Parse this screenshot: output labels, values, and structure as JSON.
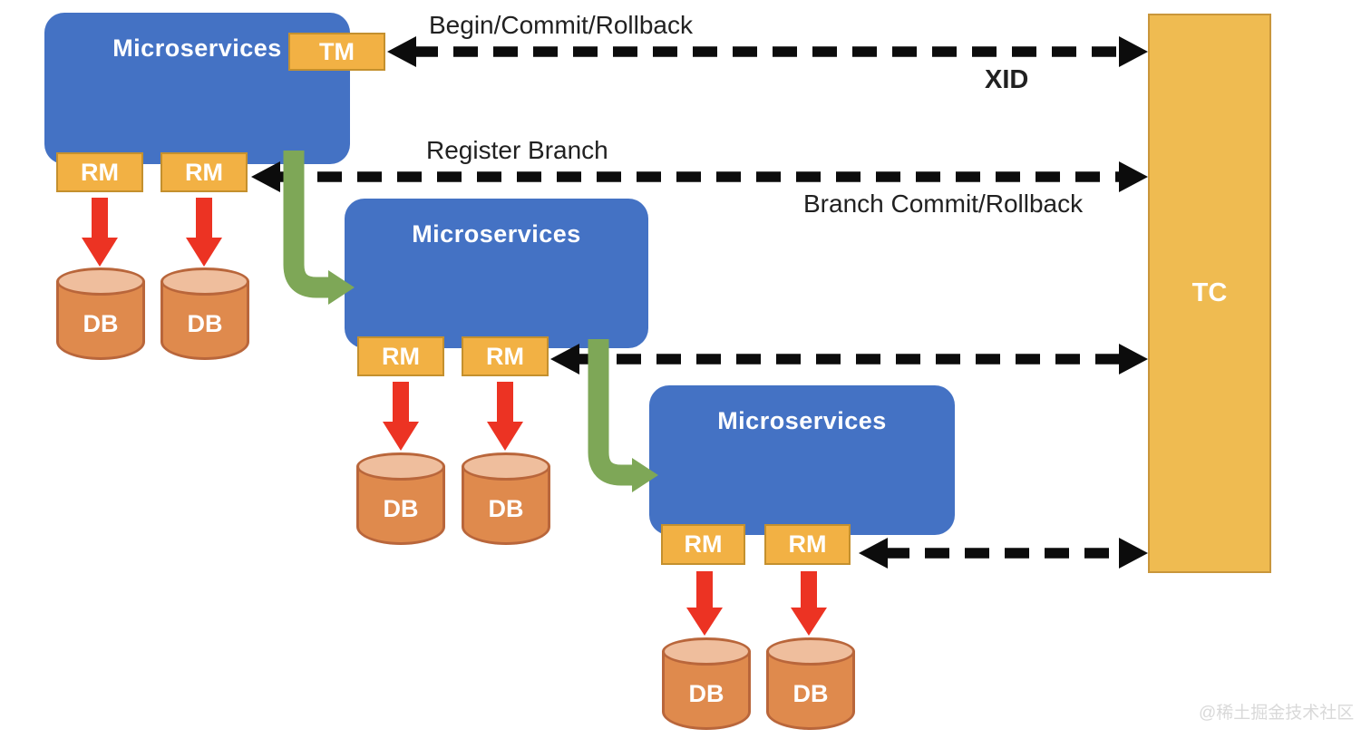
{
  "diagram": {
    "type": "distributed-transaction-architecture",
    "nodes": {
      "service1": {
        "label": "Microservices",
        "tm_badge": "TM",
        "rm_badges": [
          "RM",
          "RM"
        ]
      },
      "service2": {
        "label": "Microservices",
        "rm_badges": [
          "RM",
          "RM"
        ]
      },
      "service3": {
        "label": "Microservices",
        "rm_badges": [
          "RM",
          "RM"
        ]
      },
      "coordinator": {
        "label": "TC"
      },
      "database_label": "DB",
      "database_count": 6
    },
    "annotations": {
      "begin_commit_rollback": "Begin/Commit/Rollback",
      "xid": "XID",
      "register_branch": "Register Branch",
      "branch_commit_rollback": "Branch Commit/Rollback"
    },
    "colors": {
      "service_box": "#4472C4",
      "badge_fill": "#F2B144",
      "badge_border": "#C4902E",
      "tc_fill": "#EFBB51",
      "db_body": "#DF8A4D",
      "db_top": "#EFBE9D",
      "db_border": "#B9663B",
      "green_arrow": "#7EA757",
      "red_arrow": "#EC3323",
      "dashed_arrow": "#0C0C0C",
      "annotation_text": "#212121"
    }
  },
  "watermark": "@稀土掘金技术社区"
}
